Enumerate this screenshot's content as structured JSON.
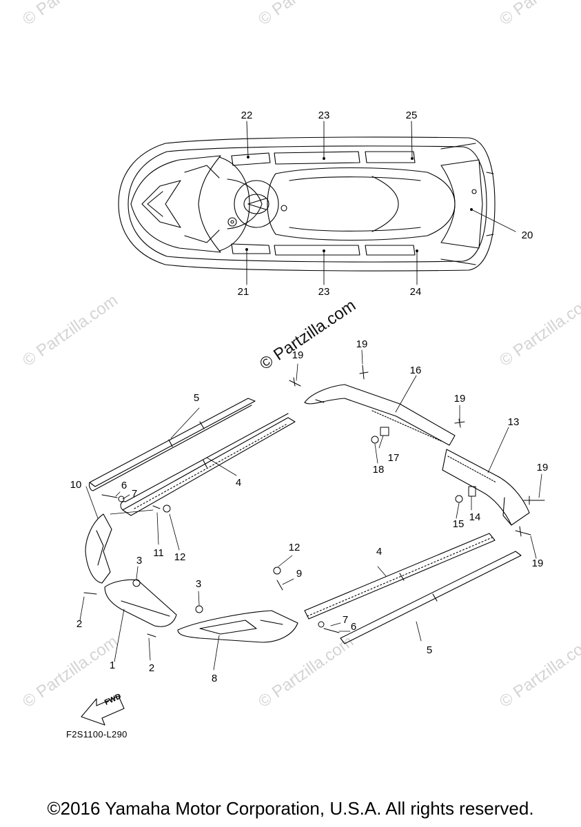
{
  "watermark": {
    "text": "© Partzilla.com",
    "center_text": "© Partzilla.com"
  },
  "callouts": {
    "c1": "1",
    "c2a": "2",
    "c2b": "2",
    "c3a": "3",
    "c3b": "3",
    "c4a": "4",
    "c4b": "4",
    "c5a": "5",
    "c5b": "5",
    "c6a": "6",
    "c6b": "6",
    "c7a": "7",
    "c7b": "7",
    "c8": "8",
    "c9": "9",
    "c10": "10",
    "c11": "11",
    "c12a": "12",
    "c12b": "12",
    "c13": "13",
    "c14": "14",
    "c15": "15",
    "c16": "16",
    "c17": "17",
    "c18": "18",
    "c19a": "19",
    "c19b": "19",
    "c19c": "19",
    "c19d": "19",
    "c19e": "19",
    "c20": "20",
    "c21": "21",
    "c22": "22",
    "c23a": "23",
    "c23b": "23",
    "c24": "24",
    "c25": "25"
  },
  "fwd_label": "FWD",
  "diagram_ref": "F2S1100-L290",
  "copyright": "©2016 Yamaha Motor Corporation, U.S.A. All rights reserved."
}
